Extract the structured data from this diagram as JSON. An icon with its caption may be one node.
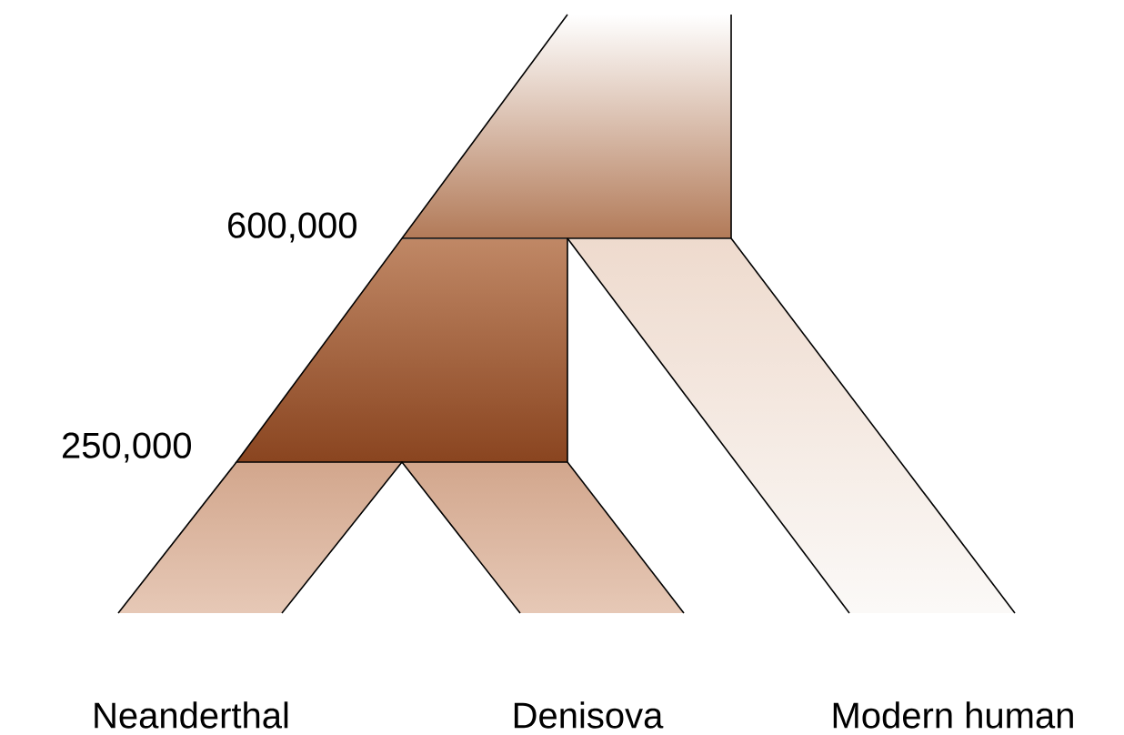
{
  "diagram": {
    "labels": [
      "600,000",
      "250,000",
      "Neanderthal",
      "Denisova",
      "Modern human"
    ]
  }
}
